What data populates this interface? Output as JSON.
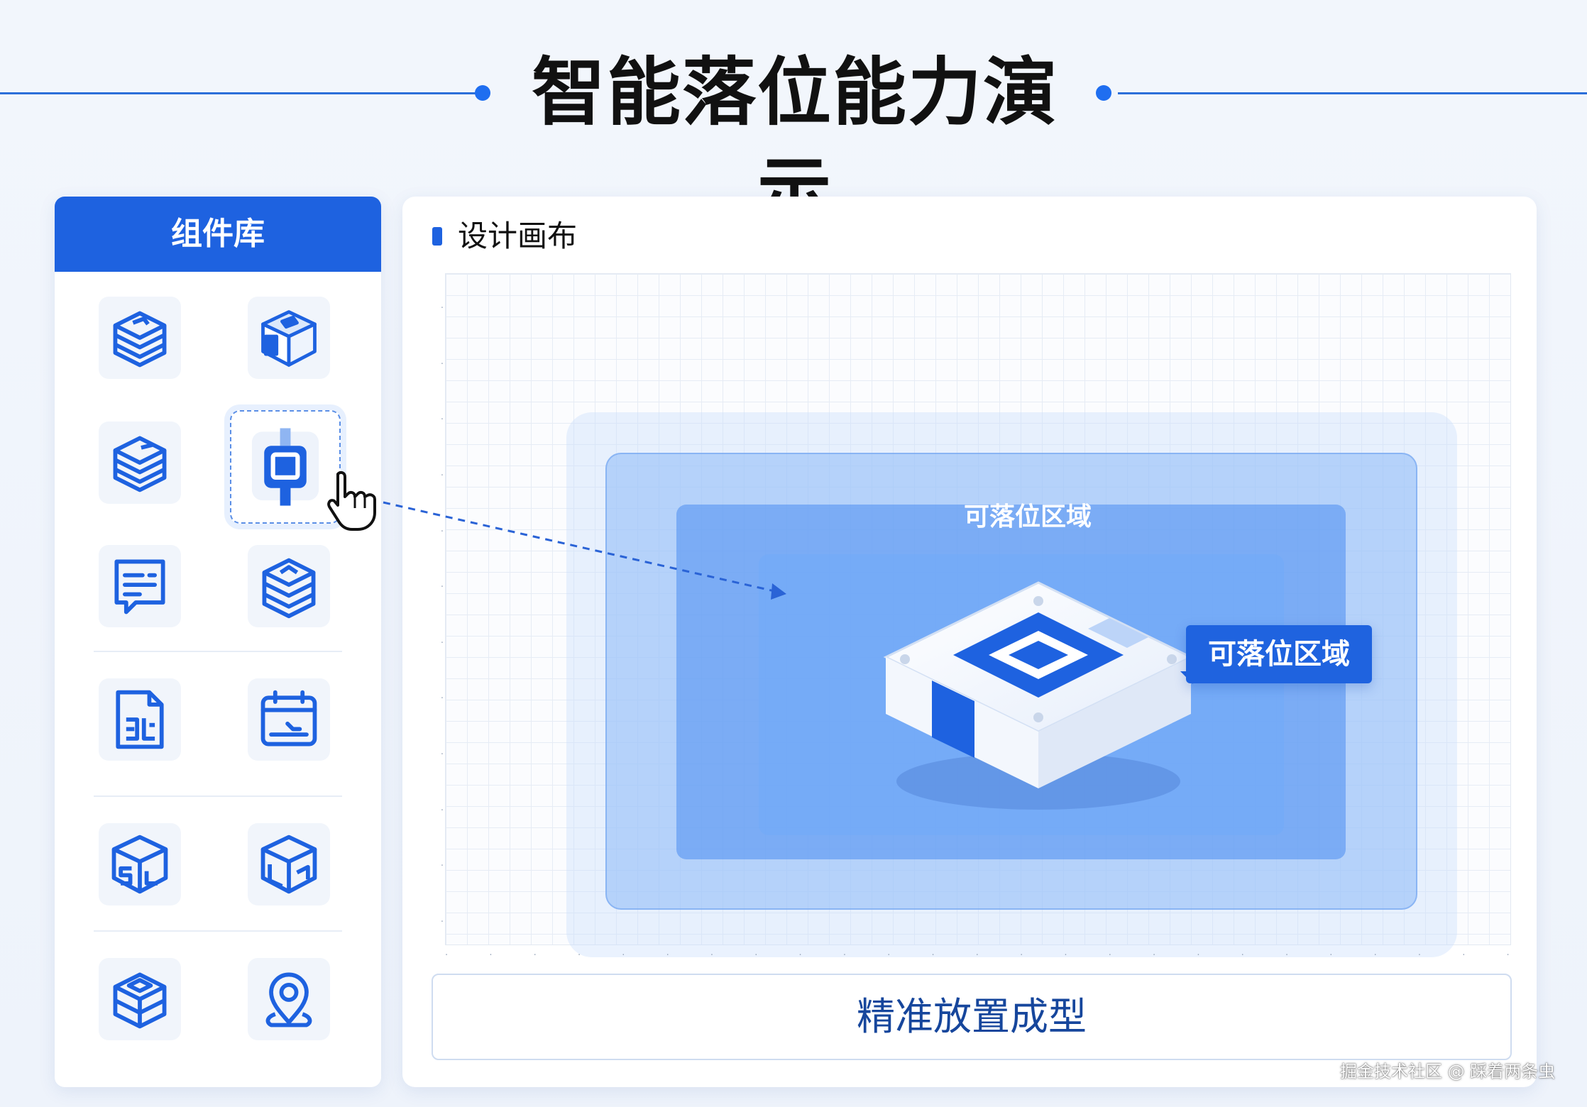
{
  "header": {
    "title": "智能落位能力演示"
  },
  "library": {
    "title": "组件库",
    "items": [
      {
        "icon": "stacked-box-icon"
      },
      {
        "icon": "cube-box-icon"
      },
      {
        "icon": "layers-icon"
      },
      {
        "icon": "module-block-icon"
      },
      {
        "icon": "message-card-icon"
      },
      {
        "icon": "stack-layers-icon"
      },
      {
        "icon": "document-chart-icon"
      },
      {
        "icon": "calendar-panel-icon"
      },
      {
        "icon": "cube-s-icon"
      },
      {
        "icon": "cube-grid-icon"
      },
      {
        "icon": "box-stack-icon"
      },
      {
        "icon": "location-pin-icon"
      }
    ]
  },
  "canvas": {
    "title": "设计画布",
    "zone_label": "可落位区域",
    "callout_label": "可落位区域",
    "action_label": "精准放置成型"
  },
  "watermark": "掘金技术社区 @ 踩着两条虫",
  "colors": {
    "accent": "#1e62e0",
    "drop_zone": "#5b95f0",
    "title_line": "#2c6fd9"
  }
}
